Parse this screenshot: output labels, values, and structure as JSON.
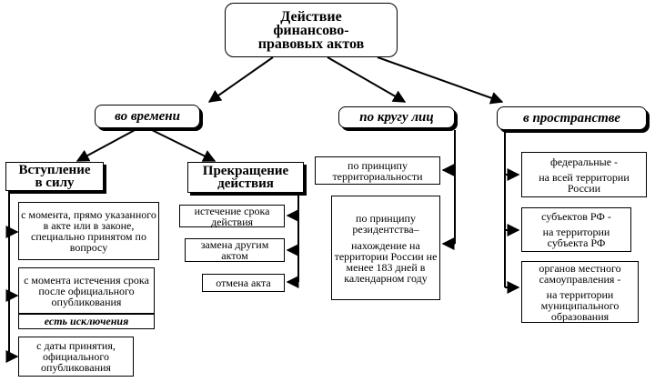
{
  "root": {
    "title": "Действие финансово-правовых актов"
  },
  "categories": {
    "time": "во времени",
    "persons": "по кругу лиц",
    "space": "в пространстве"
  },
  "time": {
    "entry": {
      "heading": "Вступление в силу",
      "items": [
        "с момента, прямо указанного в акте или в законе, специально принятом по вопросу",
        "с момента истечения срока после официального опубликования",
        "с даты принятия, официального опубликования"
      ],
      "exception": "есть исключения"
    },
    "termination": {
      "heading": "Прекращение действия",
      "items": [
        "истечение срока действия",
        "замена другим актом",
        "отмена акта"
      ]
    }
  },
  "persons": {
    "items": [
      "по принципу территориальности",
      "по принципу резидентства–",
      "нахождение на территории России не менее 183 дней в календарном году"
    ]
  },
  "space": {
    "items": [
      {
        "a": "федеральные -",
        "b": "на всей территории России"
      },
      {
        "a": "субъектов РФ -",
        "b": "на территории субъекта РФ"
      },
      {
        "a": "органов местного самоуправления -",
        "b": "на территории муниципального образования"
      }
    ]
  }
}
